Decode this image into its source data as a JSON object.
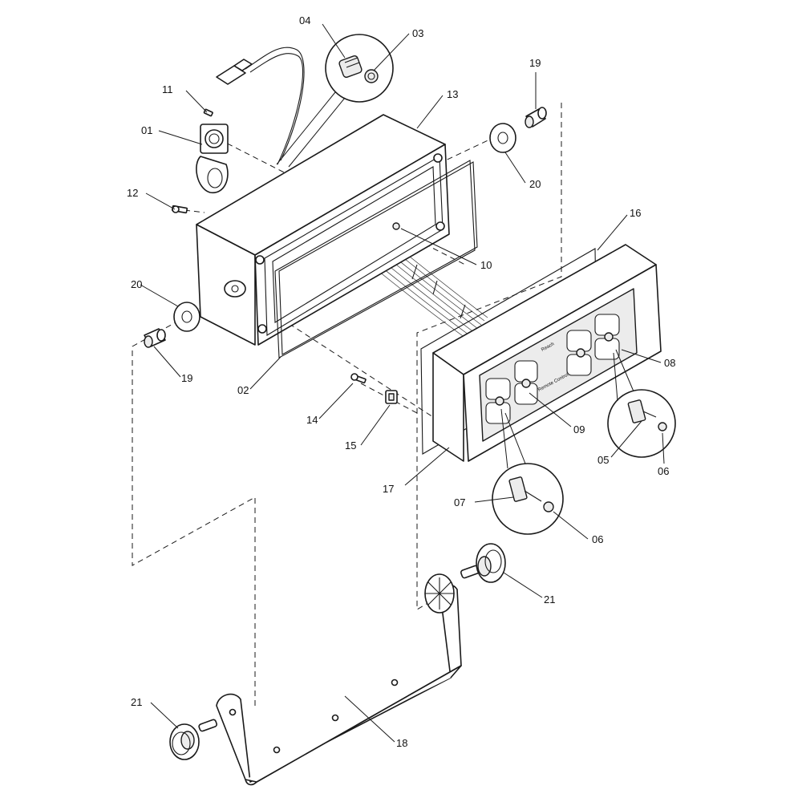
{
  "callouts": {
    "c01": "01",
    "c02": "02",
    "c03": "03",
    "c04": "04",
    "c05": "05",
    "c06a": "06",
    "c06b": "06",
    "c07": "07",
    "c08": "08",
    "c09": "09",
    "c10": "10",
    "c11": "11",
    "c12": "12",
    "c13": "13",
    "c14": "14",
    "c15": "15",
    "c16": "16",
    "c17": "17",
    "c18": "18",
    "c19a": "19",
    "c19b": "19",
    "c20a": "20",
    "c20b": "20",
    "c21a": "21",
    "c21b": "21"
  }
}
